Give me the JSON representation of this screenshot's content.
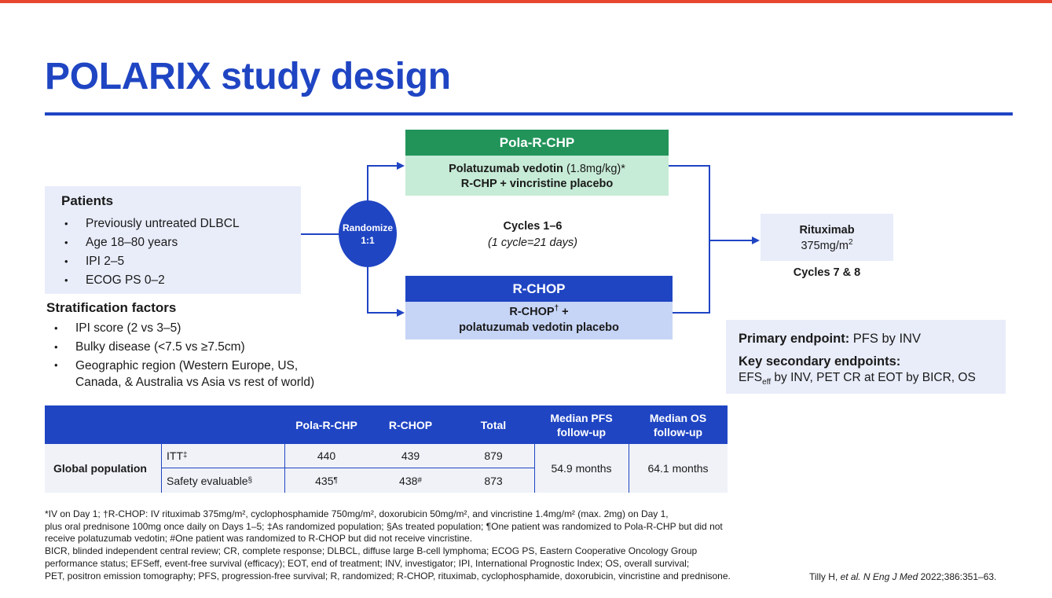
{
  "title": "POLARIX study design",
  "colors": {
    "brand_blue": "#1f45c3",
    "green": "#22945a",
    "accent_red": "#e8472f",
    "light_blue": "#e9edfa"
  },
  "patients": {
    "heading": "Patients",
    "items": [
      "Previously untreated DLBCL",
      "Age 18–80 years",
      "IPI 2–5",
      "ECOG PS 0–2"
    ]
  },
  "stratification": {
    "heading": "Stratification factors",
    "items": [
      "IPI score (2 vs 3–5)",
      "Bulky disease (<7.5 vs ≥7.5cm)",
      "Geographic region (Western Europe, US, Canada, & Australia vs Asia vs rest of world)"
    ]
  },
  "randomize": {
    "line1": "Randomize",
    "line2": "1:1"
  },
  "arm1": {
    "label": "Pola-R-CHP",
    "drug_bold": "Polatuzumab vedotin",
    "drug_dose": " (1.8mg/kg)*",
    "line2": "R-CHP + vincristine placebo"
  },
  "arm2": {
    "label": "R-CHOP",
    "line1": "R-CHOP",
    "line1_mark": "†",
    "line1_suffix": " +",
    "line2": "polatuzumab vedotin placebo"
  },
  "cycles": {
    "label": "Cycles 1–6",
    "note": "(1 cycle=21 days)"
  },
  "rituximab": {
    "name": "Rituximab",
    "dose": "375mg/m",
    "dose_exp": "2",
    "cycles": "Cycles 7 & 8"
  },
  "endpoints": {
    "primary_label": "Primary endpoint:",
    "primary_value": " PFS by INV",
    "secondary_label": "Key secondary endpoints:",
    "secondary_pre": "EFS",
    "secondary_sub": "eff",
    "secondary_post": " by INV, PET CR at EOT by BICR, OS"
  },
  "table": {
    "headers": [
      "Pola-R-CHP",
      "R-CHOP",
      "Total",
      "Median PFS follow-up",
      "Median OS follow-up"
    ],
    "row_group": "Global population",
    "rows": [
      {
        "label": "ITT",
        "label_mark": "‡",
        "pola": "440",
        "pola_mark": "",
        "rchop": "439",
        "rchop_mark": "",
        "total": "879"
      },
      {
        "label": "Safety evaluable",
        "label_mark": "§",
        "pola": "435",
        "pola_mark": "¶",
        "rchop": "438",
        "rchop_mark": "#",
        "total": "873"
      }
    ],
    "median_pfs": "54.9 months",
    "median_os": "64.1 months"
  },
  "footnotes": [
    "*IV on Day 1; †R-CHOP: IV rituximab 375mg/m², cyclophosphamide 750mg/m², doxorubicin 50mg/m², and vincristine 1.4mg/m² (max. 2mg) on Day 1,",
    "plus oral prednisone 100mg once daily on Days 1–5; ‡As randomized population; §As treated population; ¶One patient was randomized to Pola-R-CHP but did not",
    "receive polatuzumab vedotin; #One patient was randomized to R-CHOP but did not receive vincristine.",
    "BICR, blinded independent central review; CR, complete response; DLBCL, diffuse large B-cell lymphoma; ECOG PS, Eastern Cooperative Oncology Group",
    "performance status; EFSeff, event-free survival (efficacy); EOT, end of treatment; INV, investigator; IPI, International Prognostic Index; OS, overall survival;",
    "PET, positron emission tomography; PFS, progression-free survival; R, randomized; R-CHOP, rituximab, cyclophosphamide, doxorubicin, vincristine and prednisone."
  ],
  "citation": {
    "pre": "Tilly H, ",
    "italic": "et al. N Eng J Med",
    "post": " 2022;386:351–63."
  }
}
